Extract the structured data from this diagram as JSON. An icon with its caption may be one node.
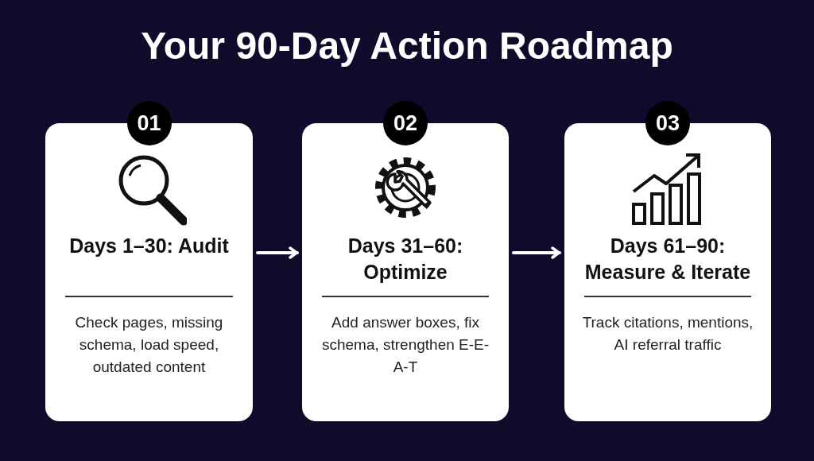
{
  "diagram": {
    "title": "Your 90-Day Action Roadmap",
    "nodes": [
      {
        "text": [
          "01",
          "Days 1–30: Audit",
          "Check pages, missing schema, load speed, outdated content"
        ]
      },
      {
        "text": [
          "02",
          "Days 31–60: Optimize",
          "Add answer boxes, fix schema, strengthen E-E-A-T"
        ]
      },
      {
        "text": [
          "03",
          "Days 61–90: Measure & Iterate",
          "Track citations, mentions, AI referral traffic"
        ]
      }
    ],
    "edges": [
      {
        "from": 0,
        "to": 1,
        "arrow": "to"
      },
      {
        "from": 1,
        "to": 2,
        "arrow": "to"
      }
    ]
  }
}
